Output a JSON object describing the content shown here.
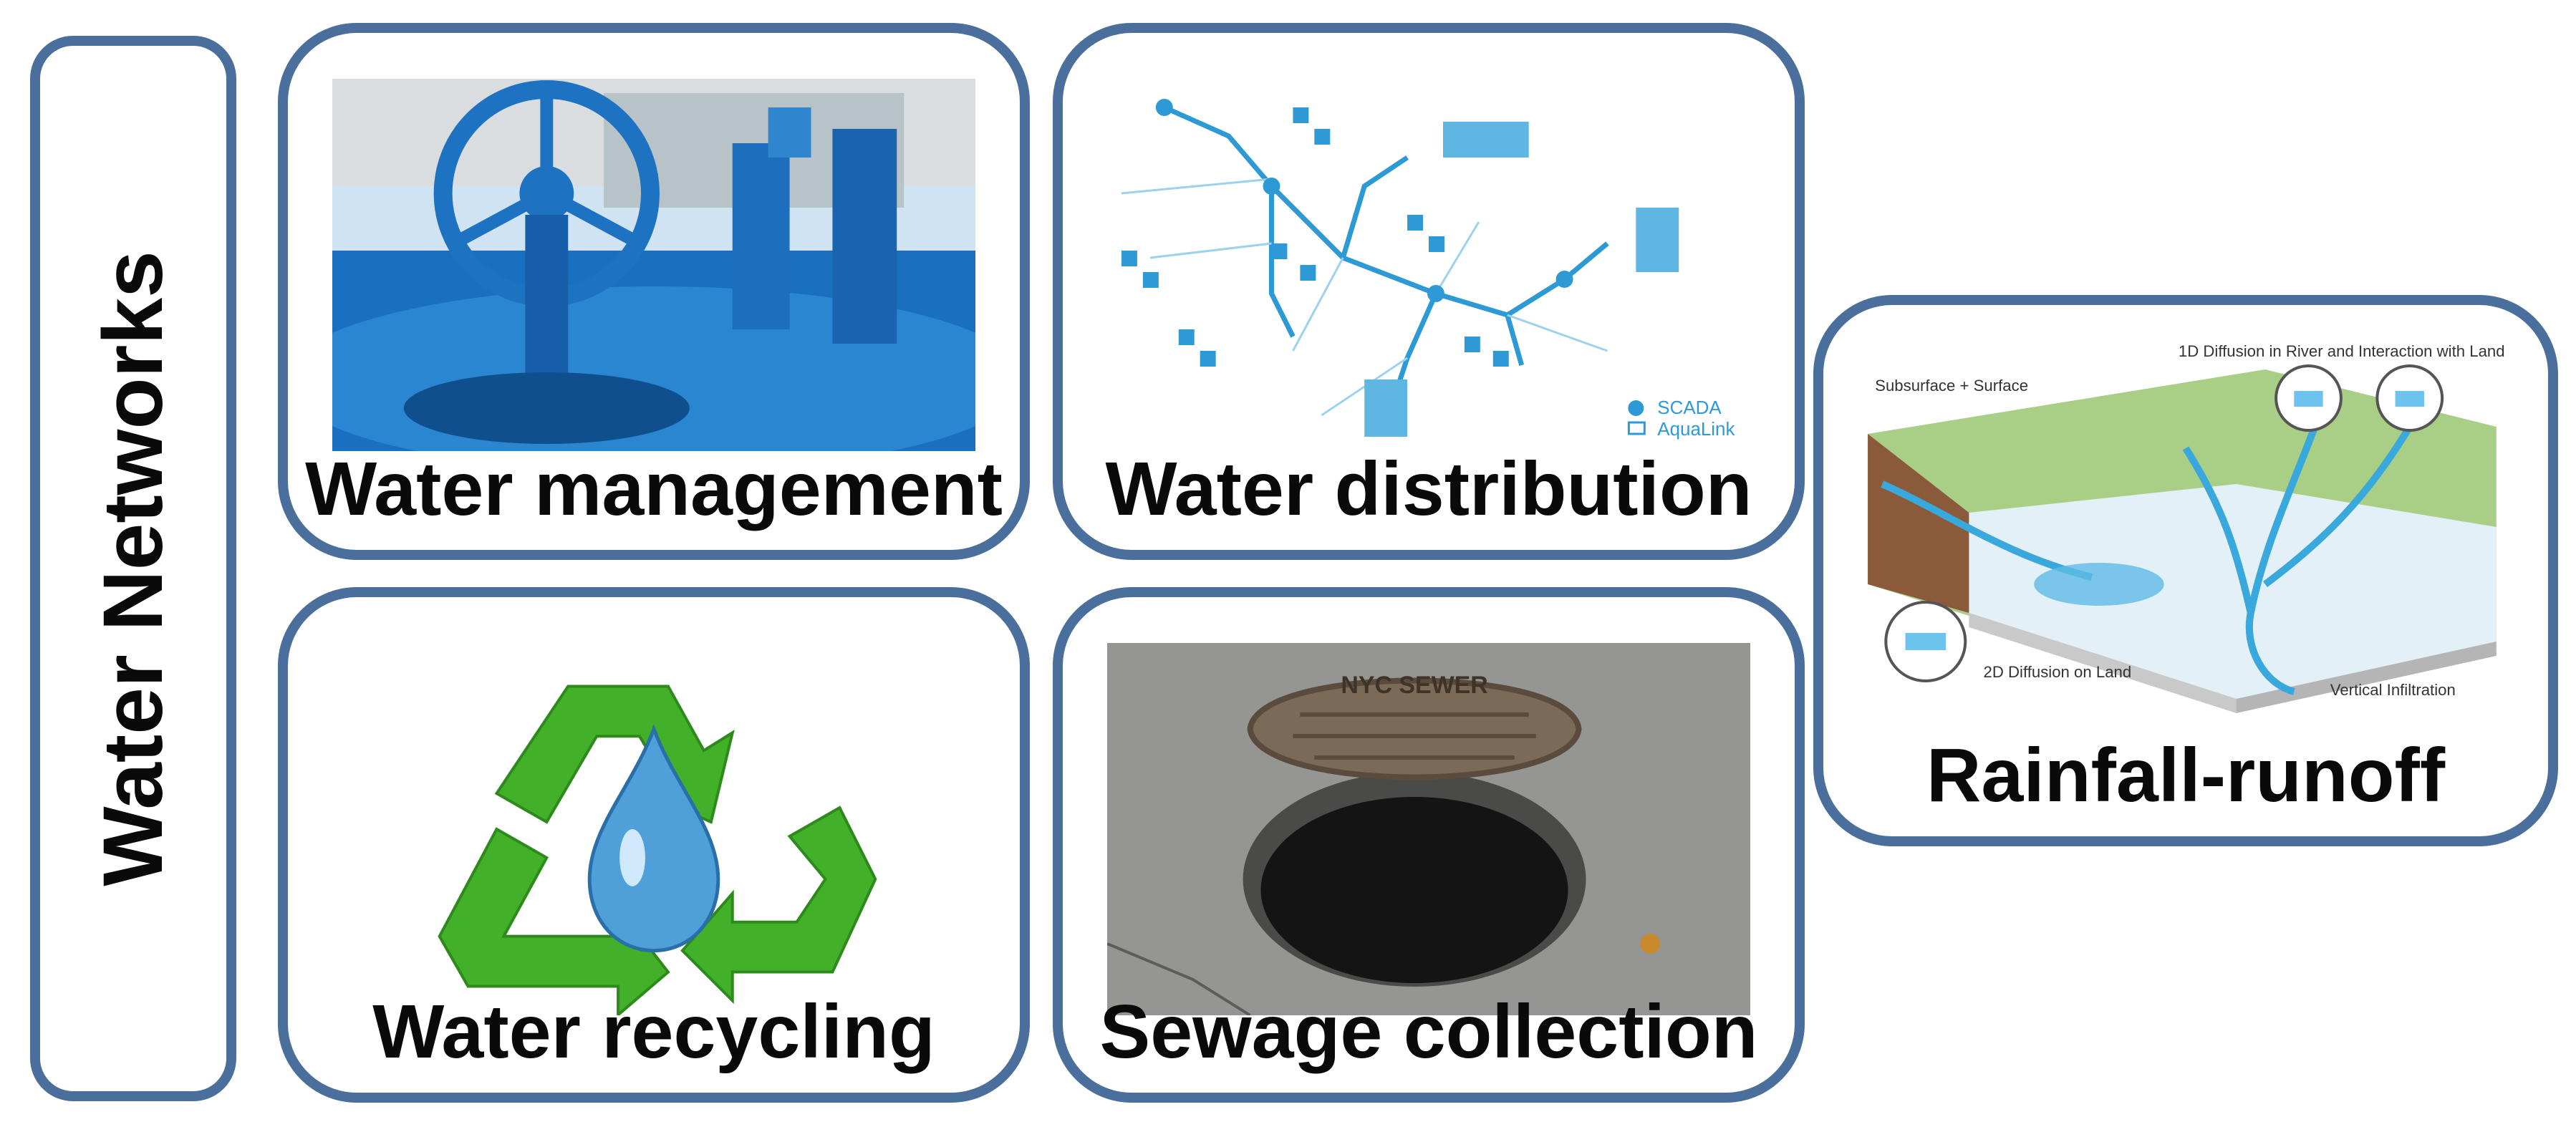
{
  "side_title": "Water Networks",
  "cards": {
    "management": {
      "caption": "Water management"
    },
    "distribution": {
      "caption": "Water distribution",
      "legend": [
        "SCADA",
        "AquaLink"
      ]
    },
    "recycling": {
      "caption": "Water recycling"
    },
    "sewage": {
      "caption": "Sewage collection",
      "cover_text": "NYC SEWER"
    },
    "rainfall": {
      "caption": "Rainfall-runoff",
      "labels": {
        "subsurface": "Subsurface + Surface",
        "river": "1D Diffusion in River and Interaction with Land",
        "land": "2D Diffusion on Land",
        "infiltration": "Vertical Infiltration"
      }
    }
  },
  "colors": {
    "border": "#4a6f9d",
    "accent": "#2a86d0"
  }
}
